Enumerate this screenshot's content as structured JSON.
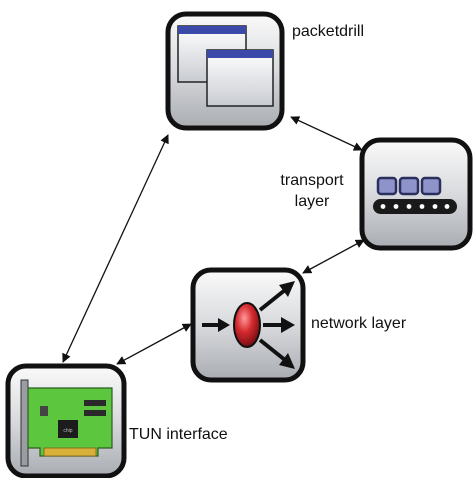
{
  "nodes": {
    "packetdrill": {
      "label": "packetdrill",
      "icon": "application-windows-icon"
    },
    "transport": {
      "line1": "transport",
      "line2": "layer",
      "icon": "conveyor-belt-icon"
    },
    "network": {
      "label": "network layer",
      "icon": "router-arrows-icon"
    },
    "tun": {
      "label": "TUN interface",
      "icon": "network-card-icon"
    }
  },
  "edges": [
    {
      "from": "packetdrill",
      "to": "transport",
      "bidirectional": true
    },
    {
      "from": "transport",
      "to": "network",
      "bidirectional": true
    },
    {
      "from": "network",
      "to": "tun",
      "bidirectional": true
    },
    {
      "from": "tun",
      "to": "packetdrill",
      "bidirectional": true
    }
  ],
  "colors": {
    "tile_border": "#111111",
    "tile_fill": "#d6d8dc",
    "window_bar": "#3b4aa8",
    "card_green": "#5cc63f",
    "router_red": "#cc1f2a",
    "chip": "#1c1c1c"
  }
}
